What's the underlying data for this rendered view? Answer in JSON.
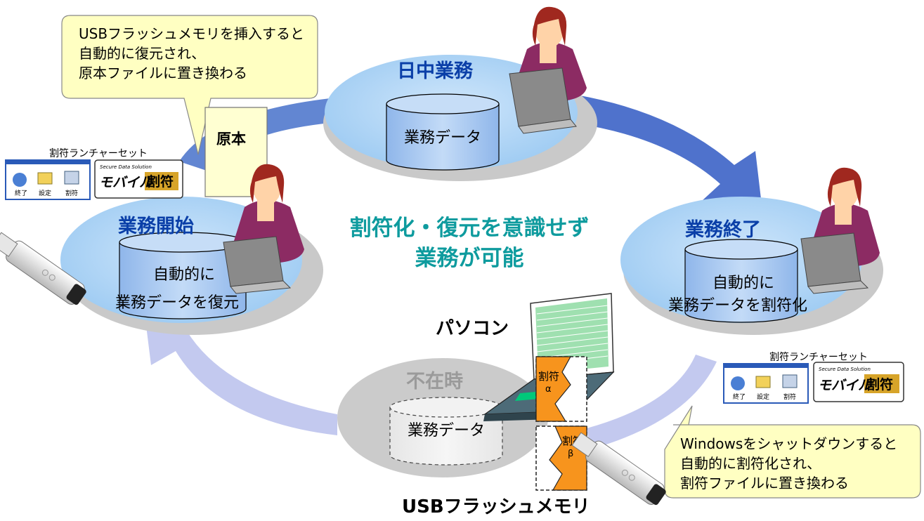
{
  "callouts": {
    "top_left": [
      "USBフラッシュメモリを挿入すると",
      "自動的に復元され、",
      "原本ファイルに置き換わる"
    ],
    "bottom_right": [
      "Windowsをシャットダウンすると",
      "自動的に割符化され、",
      "割符ファイルに置き換わる"
    ]
  },
  "stages": {
    "daytime": {
      "title": "日中業務",
      "db": "業務データ"
    },
    "start": {
      "title": "業務開始",
      "db_lines": [
        "自動的に",
        "業務データを復元"
      ]
    },
    "end": {
      "title": "業務終了",
      "db_lines": [
        "自動的に",
        "業務データを割符化"
      ]
    },
    "absent": {
      "title": "不在時",
      "db": "業務データ"
    }
  },
  "center_message": [
    "割符化・復元を意識せず",
    "業務が可能"
  ],
  "labels": {
    "original": "原本",
    "pc": "パソコン",
    "usb": "USBフラッシュメモリ",
    "launcher_set": "割符ランチャーセット",
    "launcher_buttons": [
      "終了",
      "設定",
      "割符"
    ],
    "brand_small": "Secure Data Solution",
    "brand_main": "モバイル",
    "brand_accent": "割符",
    "share_alpha_label": "割符",
    "share_alpha_symbol": "α",
    "share_beta_label": "割符",
    "share_beta_symbol": "β"
  },
  "colors": {
    "stage_fill": "#a9d1f5",
    "arrow_dark": "#5577cc",
    "arrow_light": "#c3c9ef",
    "callout_fill": "#ffffc2",
    "center_text": "#0e9b9e",
    "share_orange": "#f7941d"
  }
}
